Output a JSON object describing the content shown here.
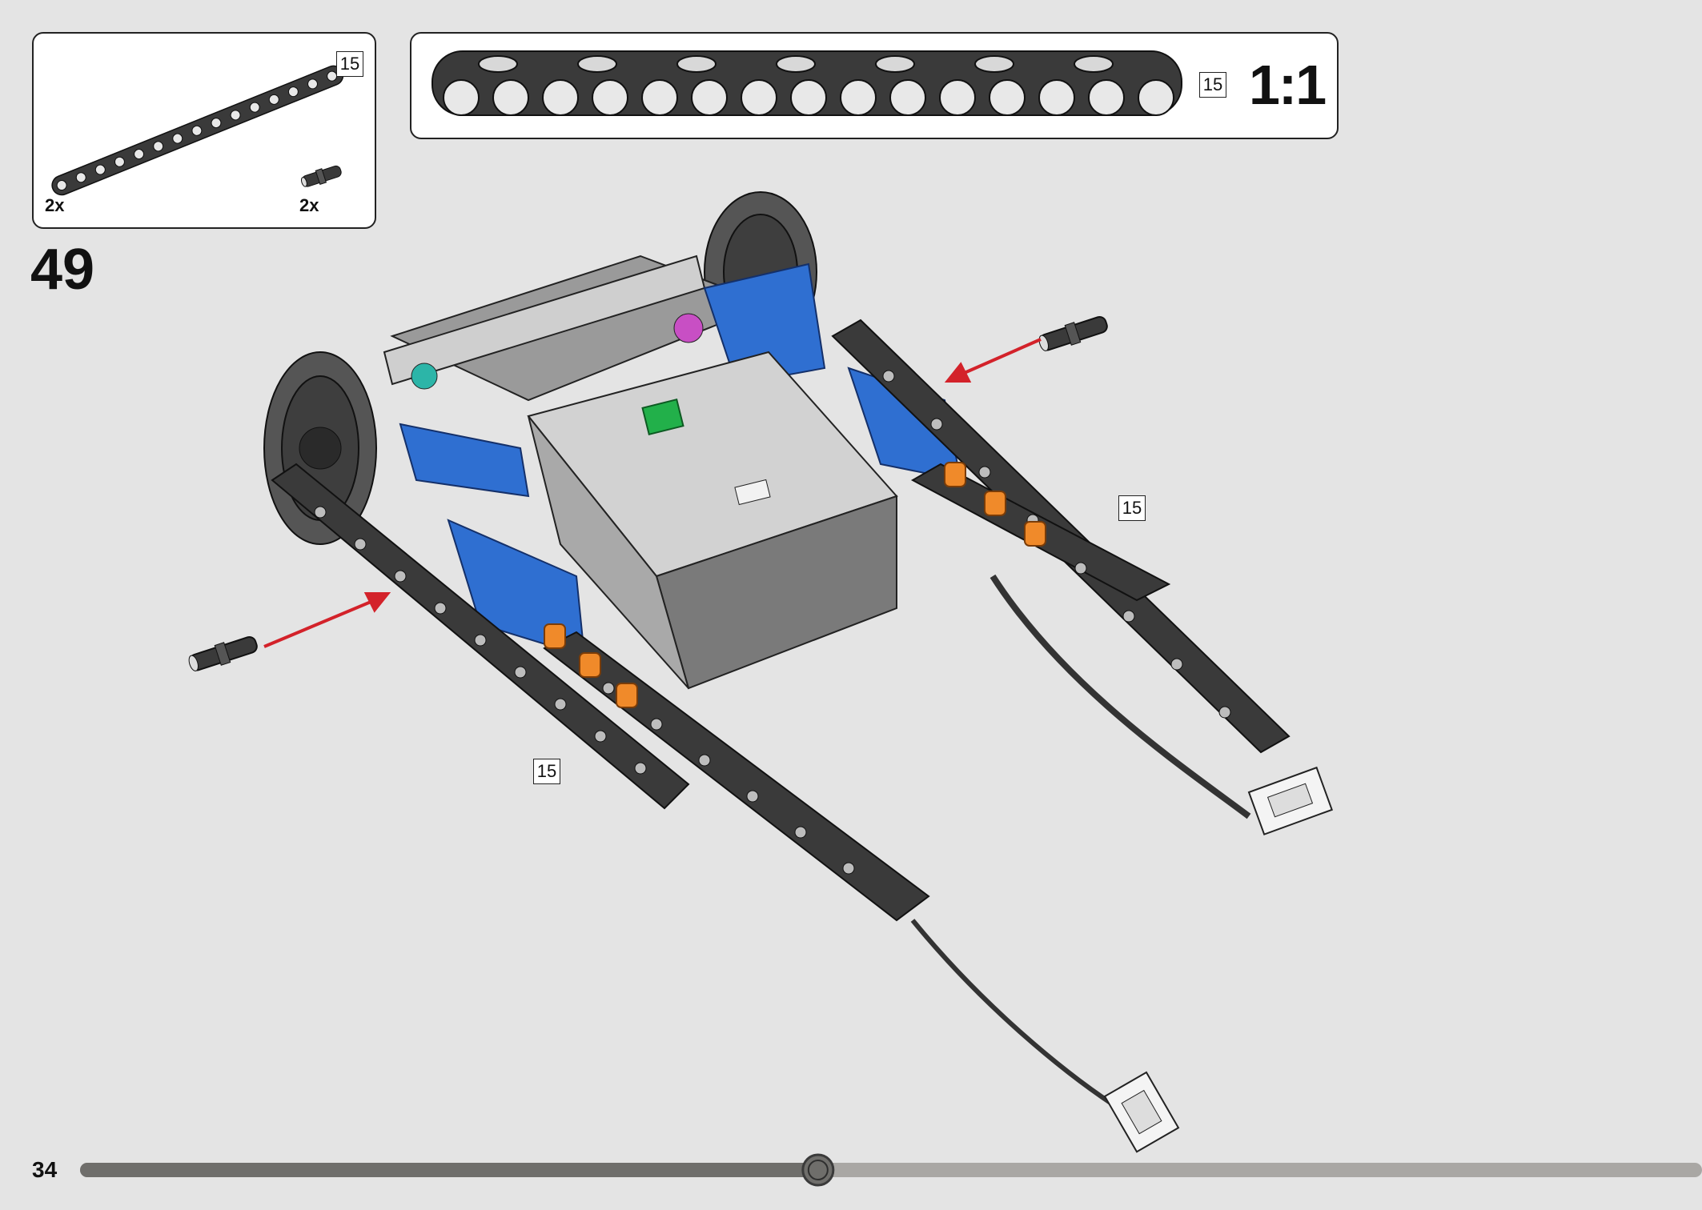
{
  "parts_list": {
    "items": [
      {
        "icon": "technic-beam-15-icon",
        "quantity": "2x",
        "length_tag": "15"
      },
      {
        "icon": "technic-pin-icon",
        "quantity": "2x"
      }
    ]
  },
  "scale_reference": {
    "length_tag": "15",
    "scale_text": "1:1"
  },
  "step": {
    "number": "49"
  },
  "callouts": {
    "left_beam_tag": "15",
    "right_beam_tag": "15"
  },
  "footer": {
    "page_number": "34",
    "progress_fraction": 0.455
  },
  "colors": {
    "background": "#e4e4e4",
    "beam_dark": "#3a3a3a",
    "hub_light": "#c8c8c8",
    "blue_part": "#2f6fd1",
    "orange_pin": "#f08a2a",
    "arrow_red": "#d3222a",
    "hub_button": "#22b04a",
    "magenta_part": "#c84fc4",
    "teal_part": "#2cb5a8"
  }
}
